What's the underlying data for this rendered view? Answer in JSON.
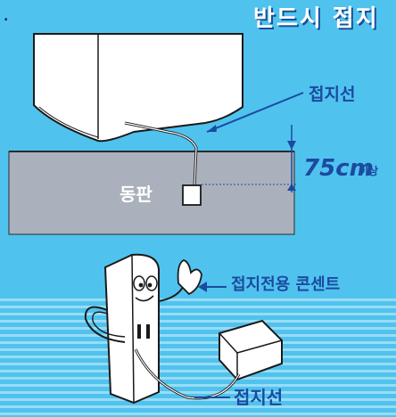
{
  "title": "반드시 접지",
  "labels": {
    "ground_wire": "접지선",
    "distance_value": "75cm",
    "distance_suffix": "이상",
    "copper_plate": "동판",
    "grounding_outlet": "접지전용 콘센트",
    "ground_wire_bottom": "접지선"
  },
  "marker": ".",
  "colors": {
    "background": "#4fc3ee",
    "ground": "#aab1bd",
    "appliance": "#ffffff",
    "outline": "#1a1a1a",
    "label_dark": "#1b4aa0"
  }
}
